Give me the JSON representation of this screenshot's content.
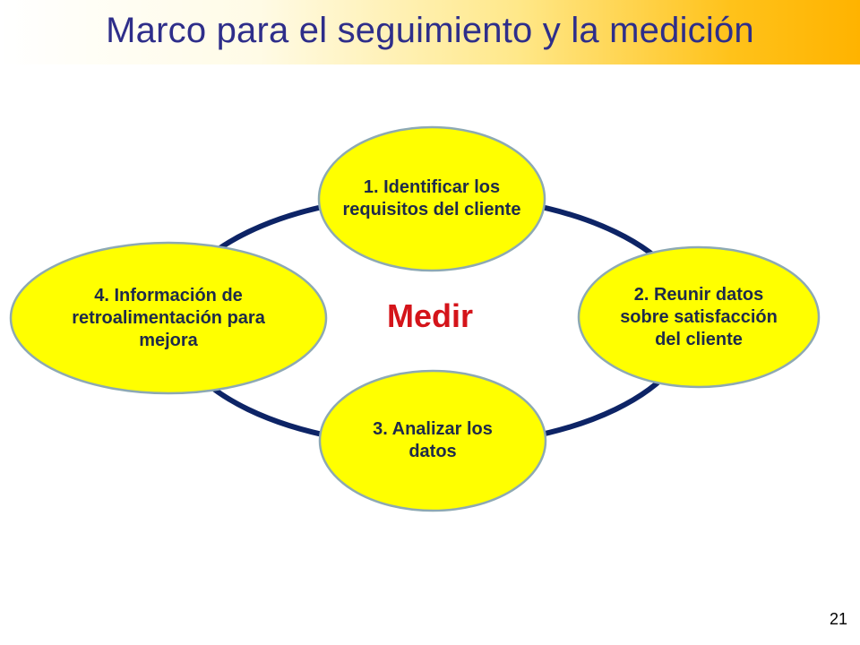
{
  "header": {
    "title": "Marco para el seguimiento y la medición"
  },
  "diagram": {
    "center": "Medir",
    "nodes": [
      {
        "label": "1. Identificar los requisitos del cliente"
      },
      {
        "label": "2. Reunir datos sobre satisfacción del cliente"
      },
      {
        "label": "3. Analizar los datos"
      },
      {
        "label": "4. Información de retroalimentación para mejora"
      }
    ]
  },
  "footer": {
    "page_number": "21"
  },
  "colors": {
    "ring": "#0d2466",
    "node_fill": "#ffff00",
    "node_stroke": "#8da9b3",
    "center_text": "#d4141a",
    "title_text": "#2e2e8a"
  }
}
